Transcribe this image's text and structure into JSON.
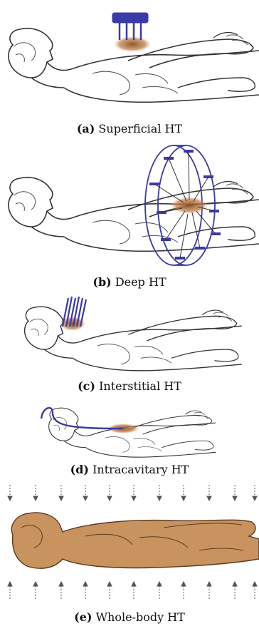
{
  "figure": {
    "panels": [
      {
        "id": "a",
        "label": "(a)",
        "caption": "Superficial HT"
      },
      {
        "id": "b",
        "label": "(b)",
        "caption": "Deep HT"
      },
      {
        "id": "c",
        "label": "(c)",
        "caption": "Interstitial HT"
      },
      {
        "id": "d",
        "label": "(d)",
        "caption": "Intracavitary HT"
      },
      {
        "id": "e",
        "label": "(e)",
        "caption": "Whole-body HT"
      }
    ]
  },
  "colors": {
    "outline": "#333333",
    "applicator": "#3a3aa8",
    "heat_spot": "#b0703a",
    "body_heated": "#c8935f"
  }
}
